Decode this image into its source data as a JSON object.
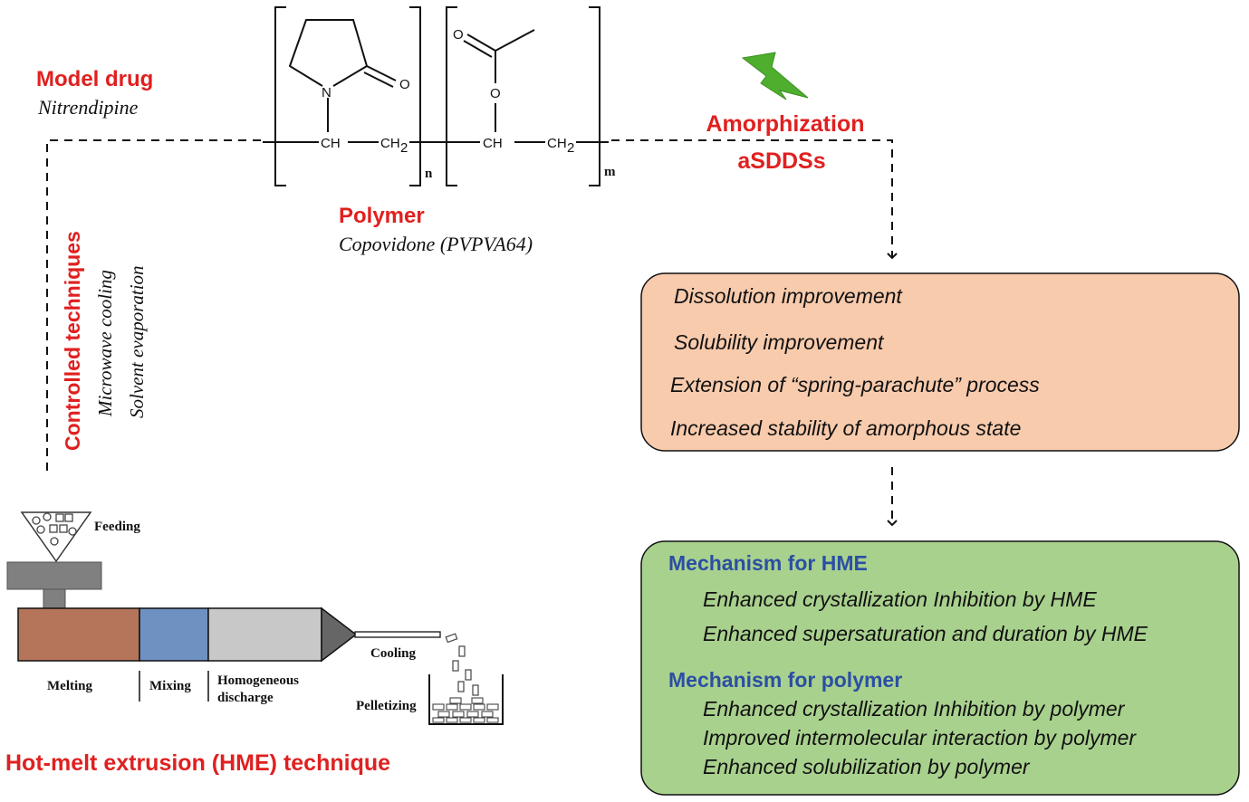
{
  "model_drug": {
    "title": "Model drug",
    "name": "Nitrendipine"
  },
  "polymer": {
    "title": "Polymer",
    "name": "Copovidone (PVPVA64)"
  },
  "structure": {
    "atom_n": "N",
    "atom_o_ring": "O",
    "atom_o_carbonyl": "O",
    "atom_o_ester": "O",
    "ch1": "CH",
    "ch2": "CH",
    "ch2_1": "CH",
    "ch2_2": "CH",
    "sub2a": "2",
    "sub2b": "2",
    "subscript_n": "n",
    "subscript_m": "m"
  },
  "amorphization": {
    "title": "Amorphization",
    "subtitle": "aSDDSs"
  },
  "controlled": {
    "title": "Controlled techniques",
    "line1": "Microwave cooling",
    "line2": "Solvent evaporation"
  },
  "benefits": {
    "items": [
      "Dissolution improvement",
      "Solubility improvement",
      "Extension of “spring-parachute” process",
      "Increased stability of amorphous state"
    ]
  },
  "mechanisms": {
    "hme_title": "Mechanism for HME",
    "hme_items": [
      "Enhanced crystallization Inhibition by HME",
      "Enhanced supersaturation and duration by HME"
    ],
    "polymer_title": "Mechanism for polymer",
    "polymer_items": [
      "Enhanced crystallization Inhibition by polymer",
      "Improved intermolecular interaction by polymer",
      "Enhanced solubilization by polymer"
    ]
  },
  "extruder": {
    "feeding": "Feeding",
    "melting": "Melting",
    "mixing": "Mixing",
    "homogeneous1": "Homogeneous",
    "homogeneous2": "discharge",
    "cooling": "Cooling",
    "pelletizing": "Pelletizing",
    "technique_title": "Hot-melt extrusion (HME) technique"
  },
  "colors": {
    "accent_red": "#e02020",
    "benefit_box": "#f8cbad",
    "mechanism_box": "#a9d18e",
    "mechanism_title": "#2b4fa3",
    "melting_zone": "#b5755a",
    "mixing_zone": "#6e91c2",
    "discharge_zone": "#c8c8c8",
    "lightning": "#4fae2e"
  }
}
